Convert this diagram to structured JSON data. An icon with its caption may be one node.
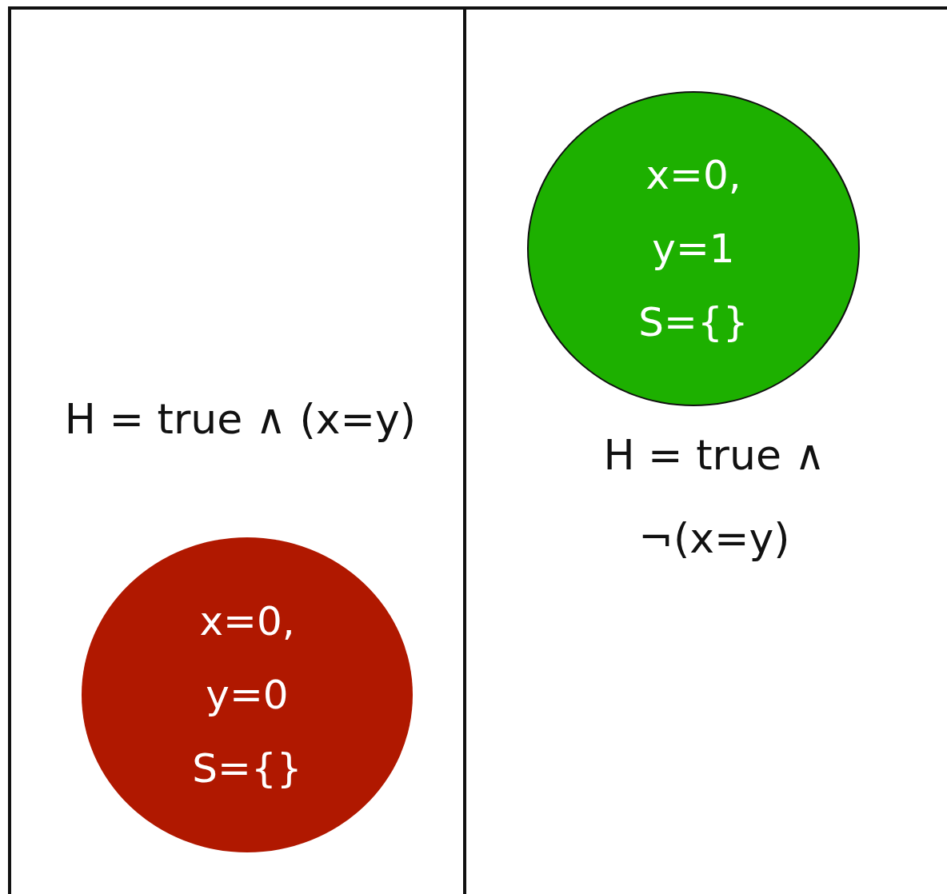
{
  "diagram": {
    "nodes": [
      {
        "text": [
          "H = true ∧ (x=y)"
        ]
      },
      {
        "text": [
          "x=0, y=0 S={}"
        ],
        "in": 0
      },
      {
        "text": [
          "H = true ∧ ¬(x=y)"
        ]
      },
      {
        "text": [
          "x=0, y=1 S={}"
        ],
        "in": 2
      }
    ],
    "edges": []
  }
}
